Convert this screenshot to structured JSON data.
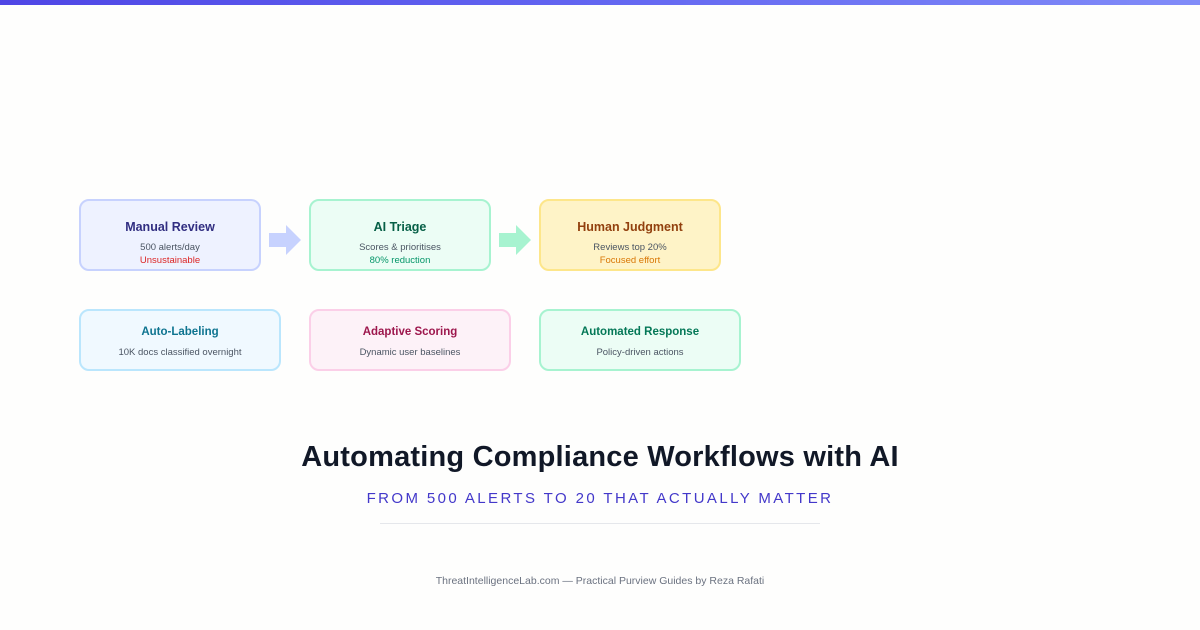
{
  "flow": [
    {
      "title": "Manual Review",
      "sub": "500 alerts/day",
      "note": "Unsustainable",
      "colors": {
        "bg": "#eef2ff",
        "border": "#c7d2fe",
        "title": "#312e81",
        "note": "#dc2626"
      }
    },
    {
      "title": "AI Triage",
      "sub": "Scores & prioritises",
      "note": "80% reduction",
      "colors": {
        "bg": "#ecfdf5",
        "border": "#a7f3d0",
        "title": "#065f46",
        "note": "#059669"
      }
    },
    {
      "title": "Human Judgment",
      "sub": "Reviews top 20%",
      "note": "Focused effort",
      "colors": {
        "bg": "#fef3c7",
        "border": "#fde68a",
        "title": "#92400e",
        "note": "#d97706"
      }
    }
  ],
  "arrows": [
    {
      "color": "#c7d2fe"
    },
    {
      "color": "#a7f3d0"
    }
  ],
  "features": [
    {
      "title": "Auto-Labeling",
      "sub": "10K docs classified overnight",
      "colors": {
        "bg": "#f0f9ff",
        "border": "#bae6fd",
        "title": "#0e7490"
      }
    },
    {
      "title": "Adaptive Scoring",
      "sub": "Dynamic user baselines",
      "colors": {
        "bg": "#fdf2f8",
        "border": "#fbcfe8",
        "title": "#9d174d"
      }
    },
    {
      "title": "Automated Response",
      "sub": "Policy-driven actions",
      "colors": {
        "bg": "#ecfdf5",
        "border": "#a7f3d0",
        "title": "#047857"
      }
    }
  ],
  "headline": "Automating Compliance Workflows with AI",
  "subheadline": "FROM 500 ALERTS TO 20 THAT ACTUALLY MATTER",
  "footer": "ThreatIntelligenceLab.com — Practical Purview Guides by Reza Rafati"
}
